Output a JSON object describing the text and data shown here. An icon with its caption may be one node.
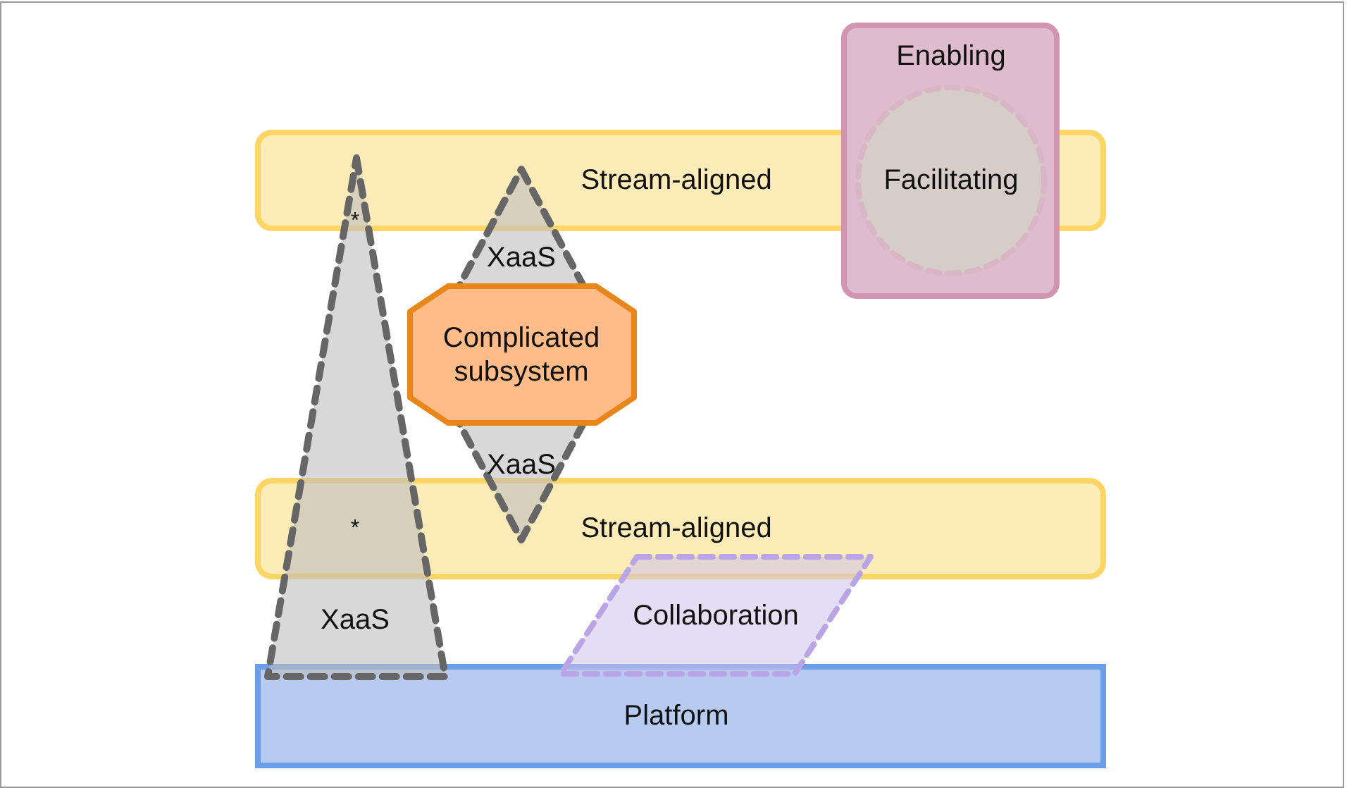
{
  "diagram": {
    "nodes": [
      {
        "text": [
          "Enabling"
        ]
      },
      {
        "text": [
          "Facilitating"
        ],
        "in": 0
      },
      {
        "text": [
          "Stream-aligned"
        ]
      },
      {
        "text": [
          "XaaS"
        ]
      },
      {
        "text": [
          "XaaS",
          "XaaS"
        ]
      },
      {
        "text": [
          "Complicated subsystem"
        ]
      },
      {
        "text": [
          "Stream-aligned"
        ]
      },
      {
        "text": [
          "Collaboration"
        ]
      },
      {
        "text": [
          "Platform"
        ]
      }
    ],
    "labels": [
      "*",
      "*"
    ]
  }
}
